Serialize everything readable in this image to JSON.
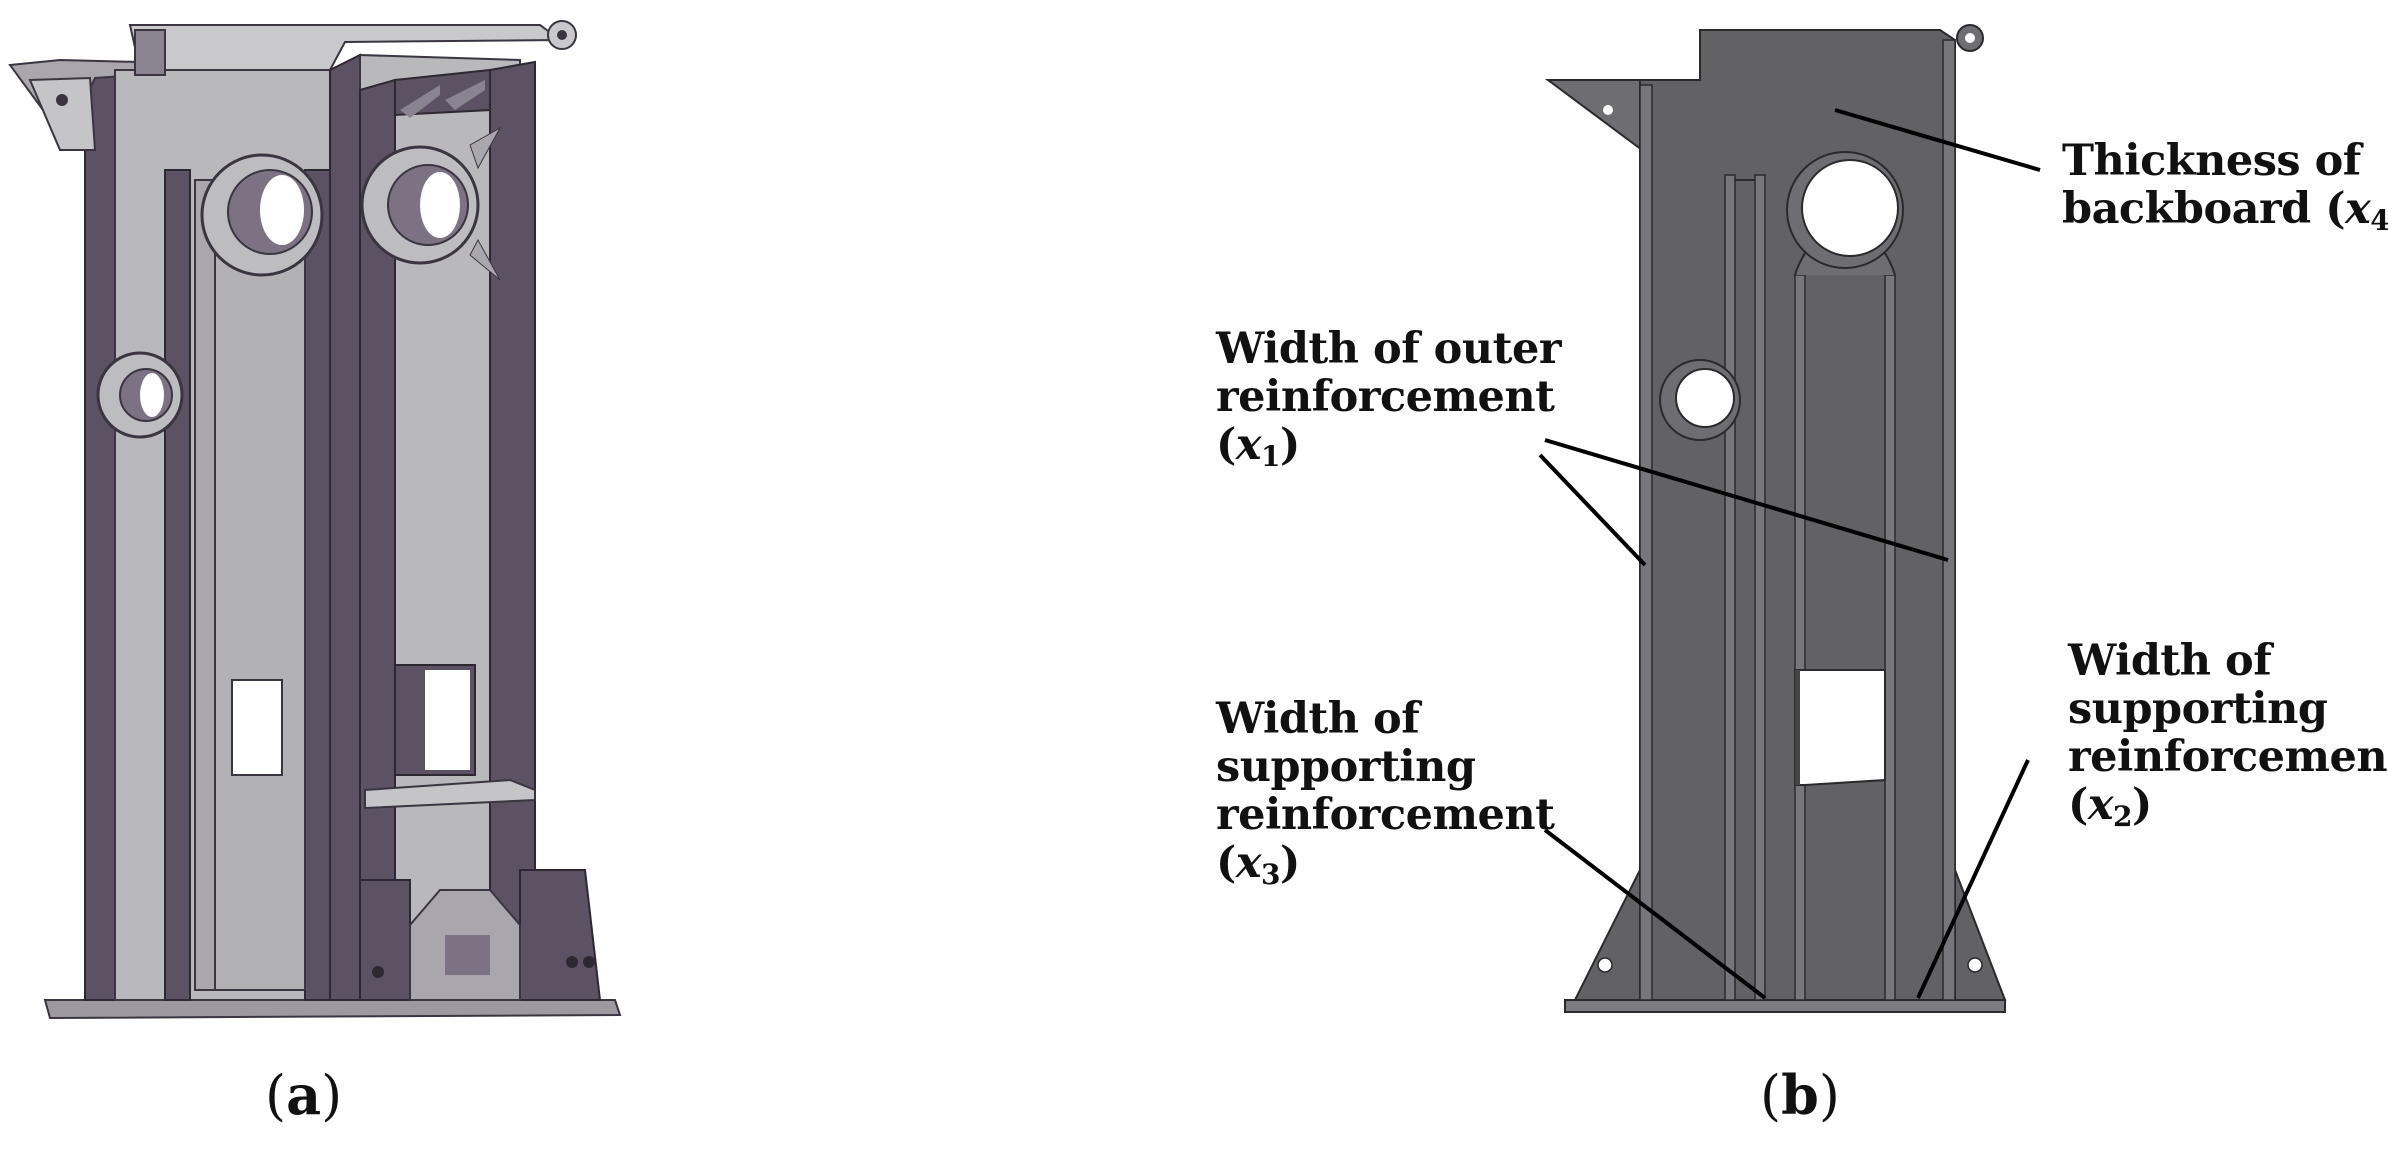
{
  "colors": {
    "panel_a_face": "#b9b8bc",
    "panel_a_dark": "#5d5263",
    "panel_b_face": "#626265",
    "panel_b_dark": "#454548",
    "leader_line": "#000000"
  },
  "panel_a": {
    "caption_open": "(",
    "caption_letter": "a",
    "caption_close": ")"
  },
  "panel_b": {
    "caption_open": "(",
    "caption_letter": "b",
    "caption_close": ")",
    "labels": {
      "backboard": {
        "line1": "Thickness of",
        "line2": "backboard (",
        "var": "x",
        "sub": "4",
        "close": ")"
      },
      "outer": {
        "line1": "Width of outer",
        "line2": "reinforcement",
        "open": "(",
        "var": "x",
        "sub": "1",
        "close": ")"
      },
      "support_left": {
        "line1": "Width of",
        "line2": "supporting",
        "line3": "reinforcement",
        "open": "(",
        "var": "x",
        "sub": "3",
        "close": ")"
      },
      "support_right": {
        "line1": "Width of",
        "line2": "supporting",
        "line3": "reinforcement",
        "open": "(",
        "var": "x",
        "sub": "2",
        "close": ")"
      }
    }
  }
}
